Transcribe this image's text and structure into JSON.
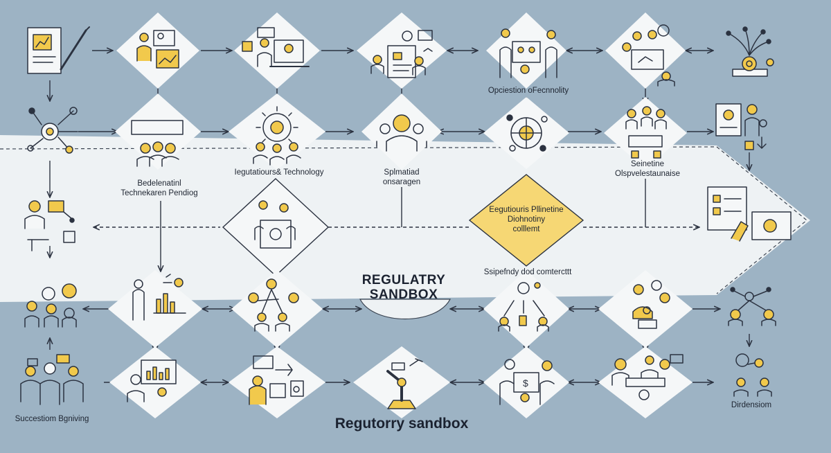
{
  "diagram": {
    "center_title": [
      "REGULATRY",
      "SANDBOX"
    ],
    "bottom_title": "Regutorry sandbox",
    "labels": {
      "top_right_caption": "Opciestion oFecnnolity",
      "reg_tech": "Iegutatiours& Technology",
      "bedelenatinl": [
        "Bedelenatinl",
        "Technekaren Pendiog"
      ],
      "split_onsargen": [
        "Splmatiad",
        "onsaragen"
      ],
      "seinetine": [
        "Seinetine",
        "Olspvelestaunaise"
      ],
      "highlight": [
        "Eegutiouris Pllinetine",
        "Diohnotiny",
        "colllemt"
      ],
      "content_caption": "Ssipefndy dod comtercttt",
      "bottom_left": "Succestiom Bgniving",
      "bottom_right": "Dirdensiom"
    }
  },
  "colors": {
    "background": "#9db3c4",
    "sandbox_band": "#eef2f4",
    "tile": "#f5f7f8",
    "highlight_tile": "#f6d774",
    "line": "#2b3240",
    "accent_yellow": "#f1c94c"
  },
  "icons": [
    "report-pen-icon",
    "worker-presentation-icon",
    "laptop-people-icon",
    "document-chart-icon",
    "team-meeting-icon",
    "lamp-network-icon",
    "network-nodes-icon",
    "team-board-icon",
    "gear-team-icon",
    "group-center-icon",
    "globe-cycle-icon",
    "team-desk-icon",
    "profile-document-icon",
    "manager-desk-icon",
    "group-presentation-icon",
    "document-screen-icon",
    "people-speech-icon",
    "analyst-chart-icon",
    "ideas-network-icon",
    "people-tree-icon",
    "meeting-desk-icon",
    "network-dots-icon",
    "speech-group-icon",
    "analytics-screen-icon",
    "delivery-worker-icon",
    "robot-arm-icon",
    "money-screen-icon",
    "workshop-team-icon",
    "connection-people-icon"
  ]
}
